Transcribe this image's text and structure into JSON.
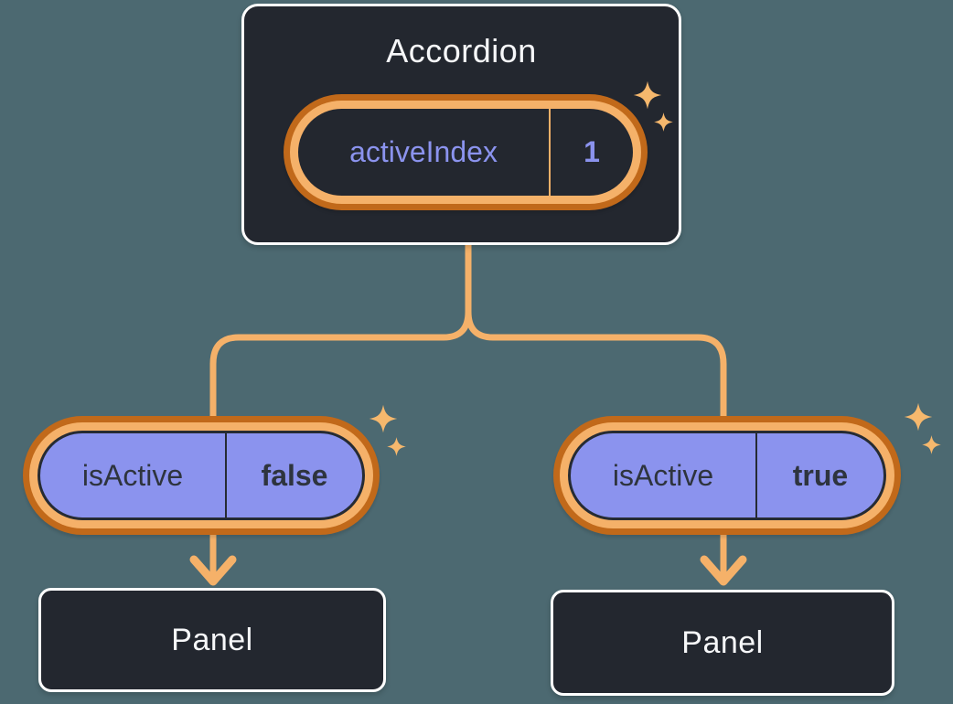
{
  "colors": {
    "background": "#4C6971",
    "node_fill": "#23272F",
    "node_border": "#FFFFFF",
    "line_orange": "#F5B169",
    "ring_dark_orange": "#C1691A",
    "pill_purple": "#8B93EE",
    "text_light": "#F6F7F9",
    "text_dark": "#2E343E"
  },
  "accordion": {
    "title": "Accordion",
    "state_pill": {
      "label": "activeIndex",
      "value": "1"
    }
  },
  "children": [
    {
      "pill": {
        "label": "isActive",
        "value": "false"
      },
      "panel": {
        "title": "Panel"
      }
    },
    {
      "pill": {
        "label": "isActive",
        "value": "true"
      },
      "panel": {
        "title": "Panel"
      }
    }
  ],
  "icons": {
    "sparkle": "✦",
    "arrow": "↓"
  }
}
